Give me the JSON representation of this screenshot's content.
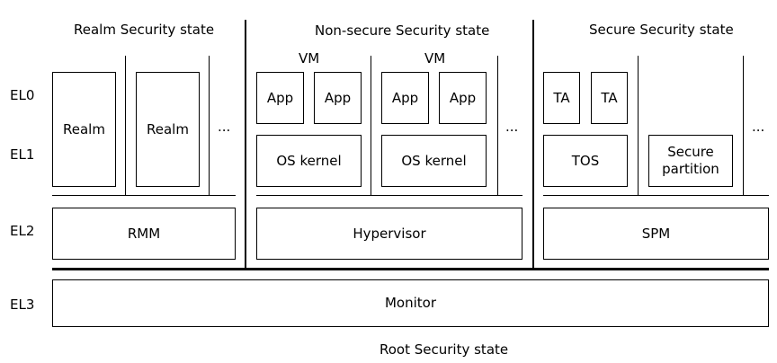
{
  "states": {
    "realm": "Realm Security state",
    "nonsecure": "Non-secure Security state",
    "secure": "Secure Security state",
    "root": "Root Security state"
  },
  "levels": {
    "el0": "EL0",
    "el1": "EL1",
    "el2": "EL2",
    "el3": "EL3"
  },
  "realm": {
    "realm1": "Realm",
    "realm2": "Realm",
    "more": "...",
    "rmm": "RMM"
  },
  "nonsecure": {
    "vm1_label": "VM",
    "vm2_label": "VM",
    "app1": "App",
    "app2": "App",
    "app3": "App",
    "app4": "App",
    "kernel1": "OS kernel",
    "kernel2": "OS kernel",
    "more": "...",
    "hypervisor": "Hypervisor"
  },
  "secure": {
    "ta1": "TA",
    "ta2": "TA",
    "tos": "TOS",
    "secure_partition": "Secure\npartition",
    "more": "...",
    "spm": "SPM"
  },
  "root": {
    "monitor": "Monitor"
  }
}
